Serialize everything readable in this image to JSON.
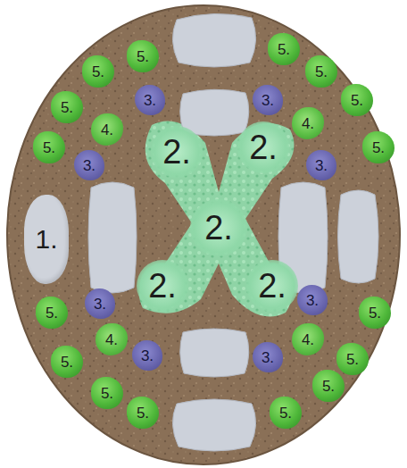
{
  "diagram": {
    "nodes": [
      {
        "text": [
          "5."
        ]
      },
      {
        "text": [
          "5."
        ]
      },
      {
        "text": [
          "5."
        ]
      },
      {
        "text": [
          "5."
        ]
      },
      {
        "text": [
          "3."
        ]
      },
      {
        "text": [
          "3."
        ]
      },
      {
        "text": [
          "5."
        ]
      },
      {
        "text": [
          "5."
        ]
      },
      {
        "text": [
          "4."
        ]
      },
      {
        "text": [
          "4."
        ]
      },
      {
        "text": [
          "2."
        ]
      },
      {
        "text": [
          "5."
        ]
      },
      {
        "text": [
          "5."
        ]
      },
      {
        "text": [
          "2."
        ]
      },
      {
        "text": [
          "3."
        ]
      },
      {
        "text": [
          "3."
        ]
      },
      {
        "text": [
          "2."
        ]
      },
      {
        "text": [
          "1."
        ]
      },
      {
        "text": [
          "2."
        ]
      },
      {
        "text": [
          "2."
        ]
      },
      {
        "text": [
          "3."
        ]
      },
      {
        "text": [
          "3."
        ]
      },
      {
        "text": [
          "5."
        ]
      },
      {
        "text": [
          "5."
        ]
      },
      {
        "text": [
          "4."
        ]
      },
      {
        "text": [
          "4."
        ]
      },
      {
        "text": [
          "3."
        ]
      },
      {
        "text": [
          "3."
        ]
      },
      {
        "text": [
          "5."
        ]
      },
      {
        "text": [
          "5."
        ]
      },
      {
        "text": [
          "5."
        ]
      },
      {
        "text": [
          "5."
        ]
      },
      {
        "text": [
          "5."
        ]
      },
      {
        "text": [
          "5."
        ]
      }
    ]
  }
}
